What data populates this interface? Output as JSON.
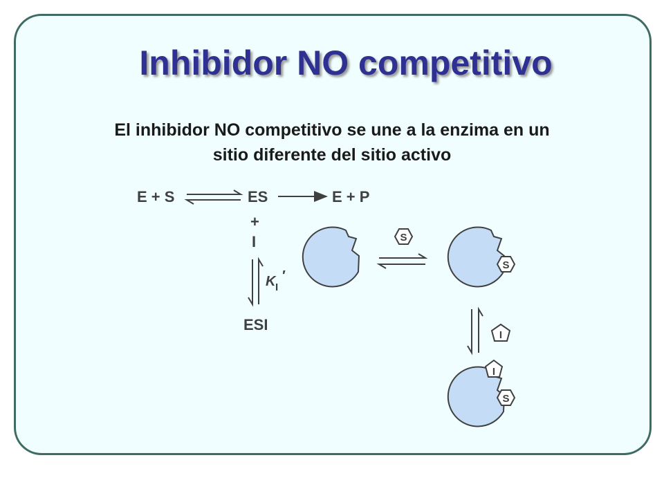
{
  "slide": {
    "title": "Inhibidor NO competitivo",
    "subtitle_line1": "El inhibidor NO competitivo se une a la enzima en un",
    "subtitle_line2": "sitio diferente del sitio activo"
  },
  "reaction": {
    "reactants": "E + S",
    "complex": "ES",
    "products": "E + P",
    "plus": "+",
    "inhibitor": "I",
    "ki_symbol": "K",
    "ki_subscript": "I",
    "ki_prime": "′",
    "esi_complex": "ESI"
  },
  "illustration": {
    "substrate_label": "S",
    "inhibitor_label": "I"
  },
  "colors": {
    "frame_border": "#3f6b63",
    "frame_fill": "#f0feff",
    "title": "#2e3192",
    "enzyme_fill": "#c5dcf7",
    "diagram_ink": "#404040"
  }
}
